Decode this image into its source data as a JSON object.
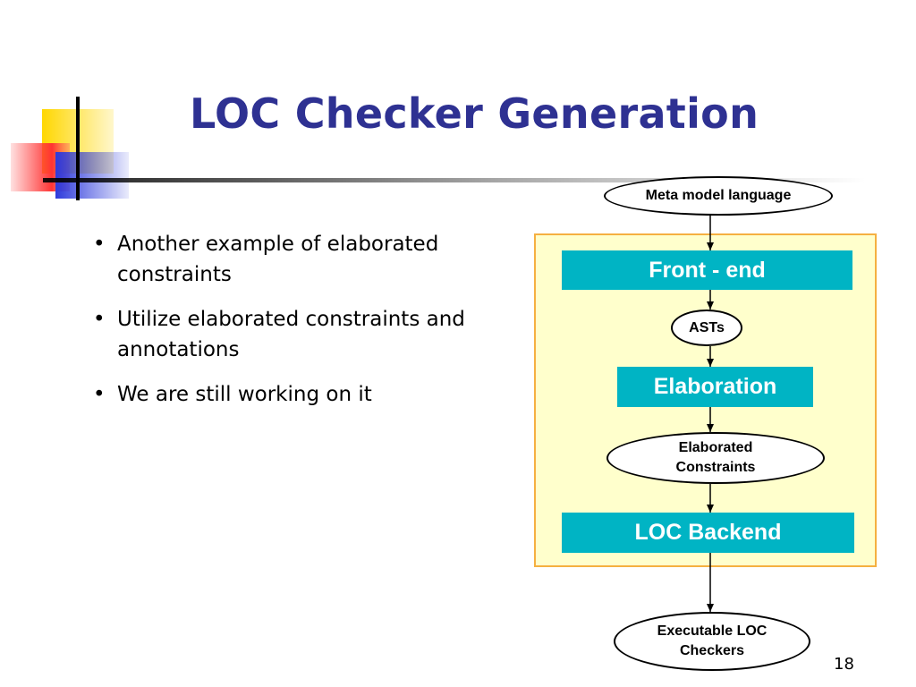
{
  "slide": {
    "title": "LOC Checker Generation",
    "bullets": [
      "Another example of elaborated constraints",
      "Utilize elaborated constraints and annotations",
      "We are still working on it"
    ],
    "bullet_marker": "•",
    "page_number": "18"
  },
  "diagram": {
    "input_node": "Meta model language",
    "front_end": "Front - end",
    "asts": "ASTs",
    "elaboration": "Elaboration",
    "elaborated_constraints": [
      "Elaborated",
      "Constraints"
    ],
    "loc_backend": "LOC Backend",
    "output_node": [
      "Executable LOC",
      "Checkers"
    ]
  },
  "colors": {
    "title": "#2e3192",
    "process_box": "#00b4c4",
    "container_fill": "#ffffcc",
    "container_border": "#f5b041",
    "deco_yellow": "#ffd700",
    "deco_red": "#ff3333",
    "deco_blue": "#2e3bdc"
  }
}
